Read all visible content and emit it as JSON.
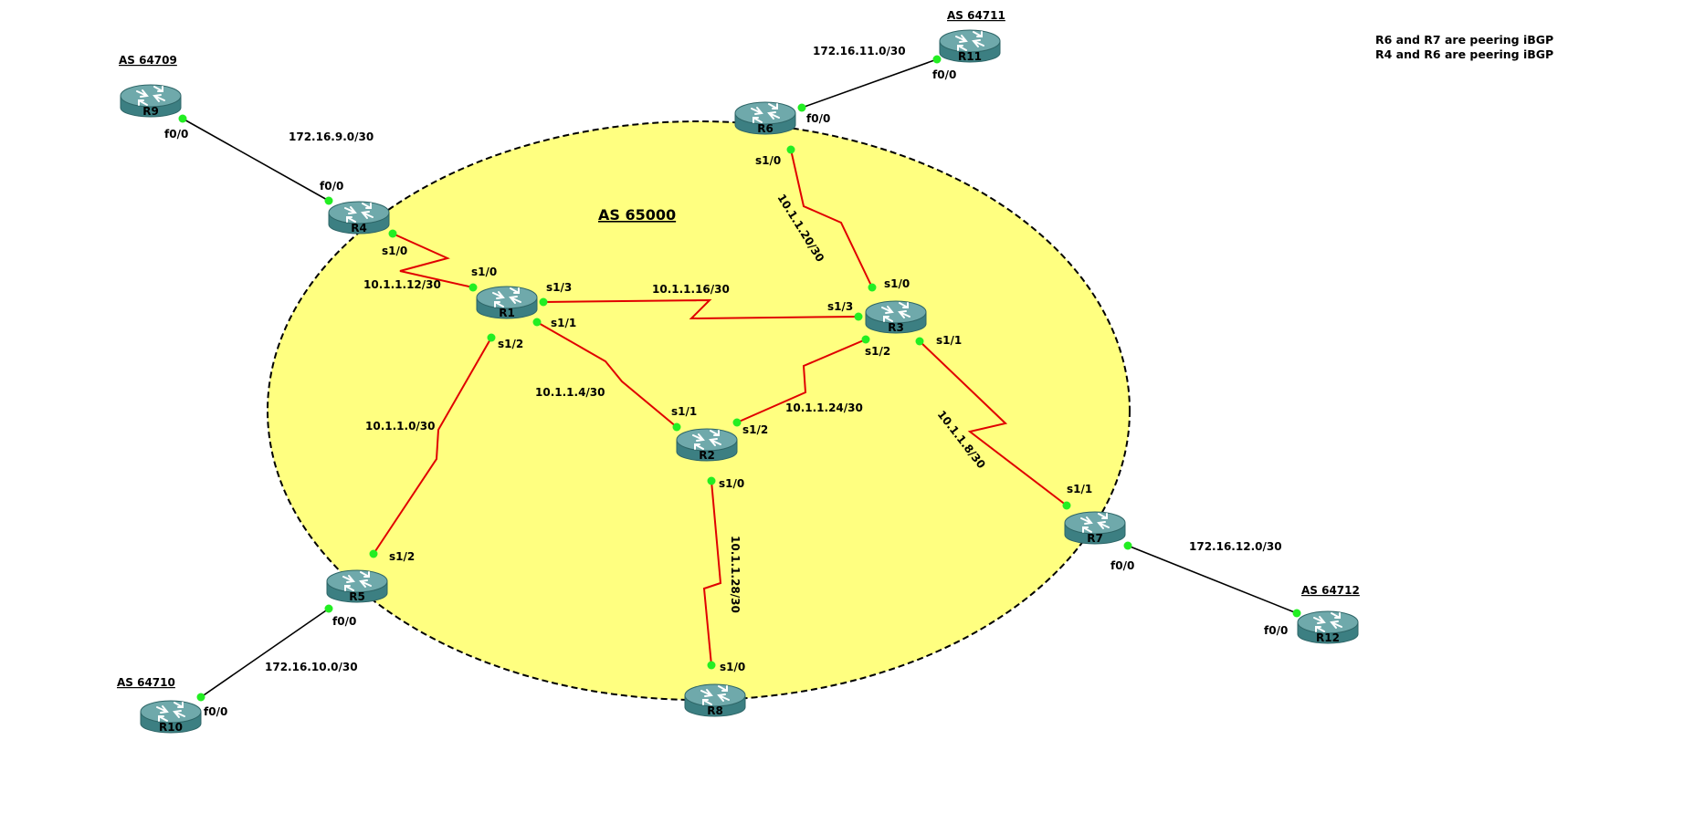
{
  "area": {
    "label": "AS 65000",
    "fill": "#ffff80",
    "border": "#000000"
  },
  "colors": {
    "serial": "#e00000",
    "ethernet": "#000000",
    "port": "#22ee22",
    "router_top": "#6fa9ab",
    "router_side": "#3c7f82"
  },
  "notes": [
    "R6 and R7 are peering iBGP",
    "R4 and R6 are peering iBGP"
  ],
  "routers": [
    {
      "name": "R1",
      "icon": "router-icon"
    },
    {
      "name": "R2",
      "icon": "router-icon"
    },
    {
      "name": "R3",
      "icon": "router-icon"
    },
    {
      "name": "R4",
      "icon": "router-icon"
    },
    {
      "name": "R5",
      "icon": "router-icon"
    },
    {
      "name": "R6",
      "icon": "router-icon"
    },
    {
      "name": "R7",
      "icon": "router-icon"
    },
    {
      "name": "R8",
      "icon": "router-icon"
    },
    {
      "name": "R9",
      "icon": "router-icon"
    },
    {
      "name": "R10",
      "icon": "router-icon"
    },
    {
      "name": "R11",
      "icon": "router-icon"
    },
    {
      "name": "R12",
      "icon": "router-icon"
    }
  ],
  "external_as": [
    {
      "label": "AS 64709",
      "router": "R9"
    },
    {
      "label": "AS 64710",
      "router": "R10"
    },
    {
      "label": "AS 64711",
      "router": "R11"
    },
    {
      "label": "AS 64712",
      "router": "R12"
    }
  ],
  "links": [
    {
      "a": "R9",
      "a_port": "f0/0",
      "b": "R4",
      "b_port": "f0/0",
      "subnet": "172.16.9.0/30",
      "type": "ethernet"
    },
    {
      "a": "R11",
      "a_port": "f0/0",
      "b": "R6",
      "b_port": "f0/0",
      "subnet": "172.16.11.0/30",
      "type": "ethernet"
    },
    {
      "a": "R4",
      "a_port": "s1/0",
      "b": "R1",
      "b_port": "s1/0",
      "subnet": "10.1.1.12/30",
      "type": "serial"
    },
    {
      "a": "R1",
      "a_port": "s1/3",
      "b": "R3",
      "b_port": "s1/3",
      "subnet": "10.1.1.16/30",
      "type": "serial"
    },
    {
      "a": "R6",
      "a_port": "s1/0",
      "b": "R3",
      "b_port": "s1/0",
      "subnet": "10.1.1.20/30",
      "type": "serial"
    },
    {
      "a": "R1",
      "a_port": "s1/1",
      "b": "R2",
      "b_port": "s1/1",
      "subnet": "10.1.1.4/30",
      "type": "serial"
    },
    {
      "a": "R3",
      "a_port": "s1/2",
      "b": "R2",
      "b_port": "s1/2",
      "subnet": "10.1.1.24/30",
      "type": "serial"
    },
    {
      "a": "R1",
      "a_port": "s1/2",
      "b": "R5",
      "b_port": "s1/2",
      "subnet": "10.1.1.0/30",
      "type": "serial"
    },
    {
      "a": "R3",
      "a_port": "s1/1",
      "b": "R7",
      "b_port": "s1/1",
      "subnet": "10.1.1.8/30",
      "type": "serial"
    },
    {
      "a": "R2",
      "a_port": "s1/0",
      "b": "R8",
      "b_port": "s1/0",
      "subnet": "10.1.1.28/30",
      "type": "serial"
    },
    {
      "a": "R5",
      "a_port": "f0/0",
      "b": "R10",
      "b_port": "f0/0",
      "subnet": "172.16.10.0/30",
      "type": "ethernet"
    },
    {
      "a": "R7",
      "a_port": "f0/0",
      "b": "R12",
      "b_port": "f0/0",
      "subnet": "172.16.12.0/30",
      "type": "ethernet"
    }
  ]
}
